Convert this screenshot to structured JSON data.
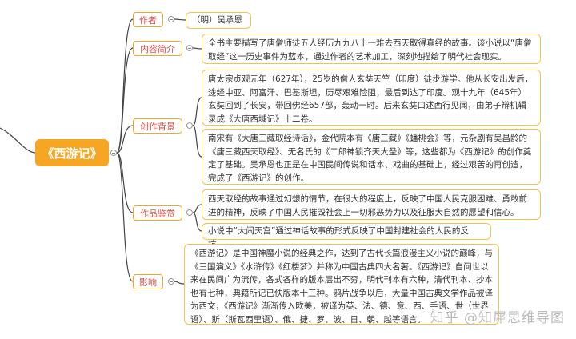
{
  "root": {
    "label": "《西游记》"
  },
  "branches": [
    {
      "label": "作者",
      "items": [
        "（明）吴承恩"
      ]
    },
    {
      "label": "内容简介",
      "items": [
        "全书主要描写了唐僧师徒五人经历九九八十一难去西天取得真经的故事。该小说以“唐僧取经”这一历史事件为蓝本，通过作者的艺术加工，深刻地描绘了明代社会现实。"
      ]
    },
    {
      "label": "创作背景",
      "items": [
        "唐太宗贞观元年（627年），25岁的僧人玄奘天竺（印度）徒步游学。他从长安出发后，途经中亚、阿富汗、巴基斯坦，历尽艰难险阻，最后到达了印度。观十九年（645年）玄奘回到了长安，带回佛经657部，轰动一时。后来玄奘口述西行见闻，由弟子辩机辑录成《大唐西域记》十二卷。",
        "南宋有《大唐三藏取经诗话》，金代院本有《唐三藏》《蟠桃会》等，元杂剧有吴昌龄的《唐三藏西天取经》、无名氏的《二郎神锁齐天大圣》等，这些都为《西游记》的创作奠定了基础。吴承恩也正是在中国民间传说和话本、戏曲的基础上，经过艰苦的再创造，完成了《西游记》的创作。"
      ]
    },
    {
      "label": "作品鉴赏",
      "items": [
        "西天取经的故事通过幻想的情节，在很大的程度上，反映了中国人民克服困难、勇敢前进的精神，反映了中国人民摧毁社会上一切邪恶势力以及征服大自然的愿望和信心。",
        "小说中“大闹天宫”通过神话故事的形式反映了中国封建社会的人民的反抗。"
      ]
    },
    {
      "label": "影响",
      "items": [
        "《西游记》是中国神魔小说的经典之作，达到了古代长篇浪漫主义小说的巅峰，与《三国演义》《水浒传》《红楼梦》并称为中国古典四大名著。《西游记》自问世以来在民间广为流传，各式各样的版本层出不穷，明代刊本有六种，清代刊本、抄本也有七种，典籍所记已佚版本十三种。鸦片战争以后，大量中国古典文学作品被译为西文，《西游记》渐渐传入欧美，被译为英、法、德、意、西、手语、世（世界语）、斯（斯瓦西里语）、俄、捷、罗、波、日、朝、越等语言。"
      ]
    }
  ],
  "watermark": "知乎 @知犀思维导图",
  "colors": {
    "root": "#f5a623",
    "category_text": "#d9534f",
    "border": "#f5c24a",
    "line": "#444444"
  }
}
